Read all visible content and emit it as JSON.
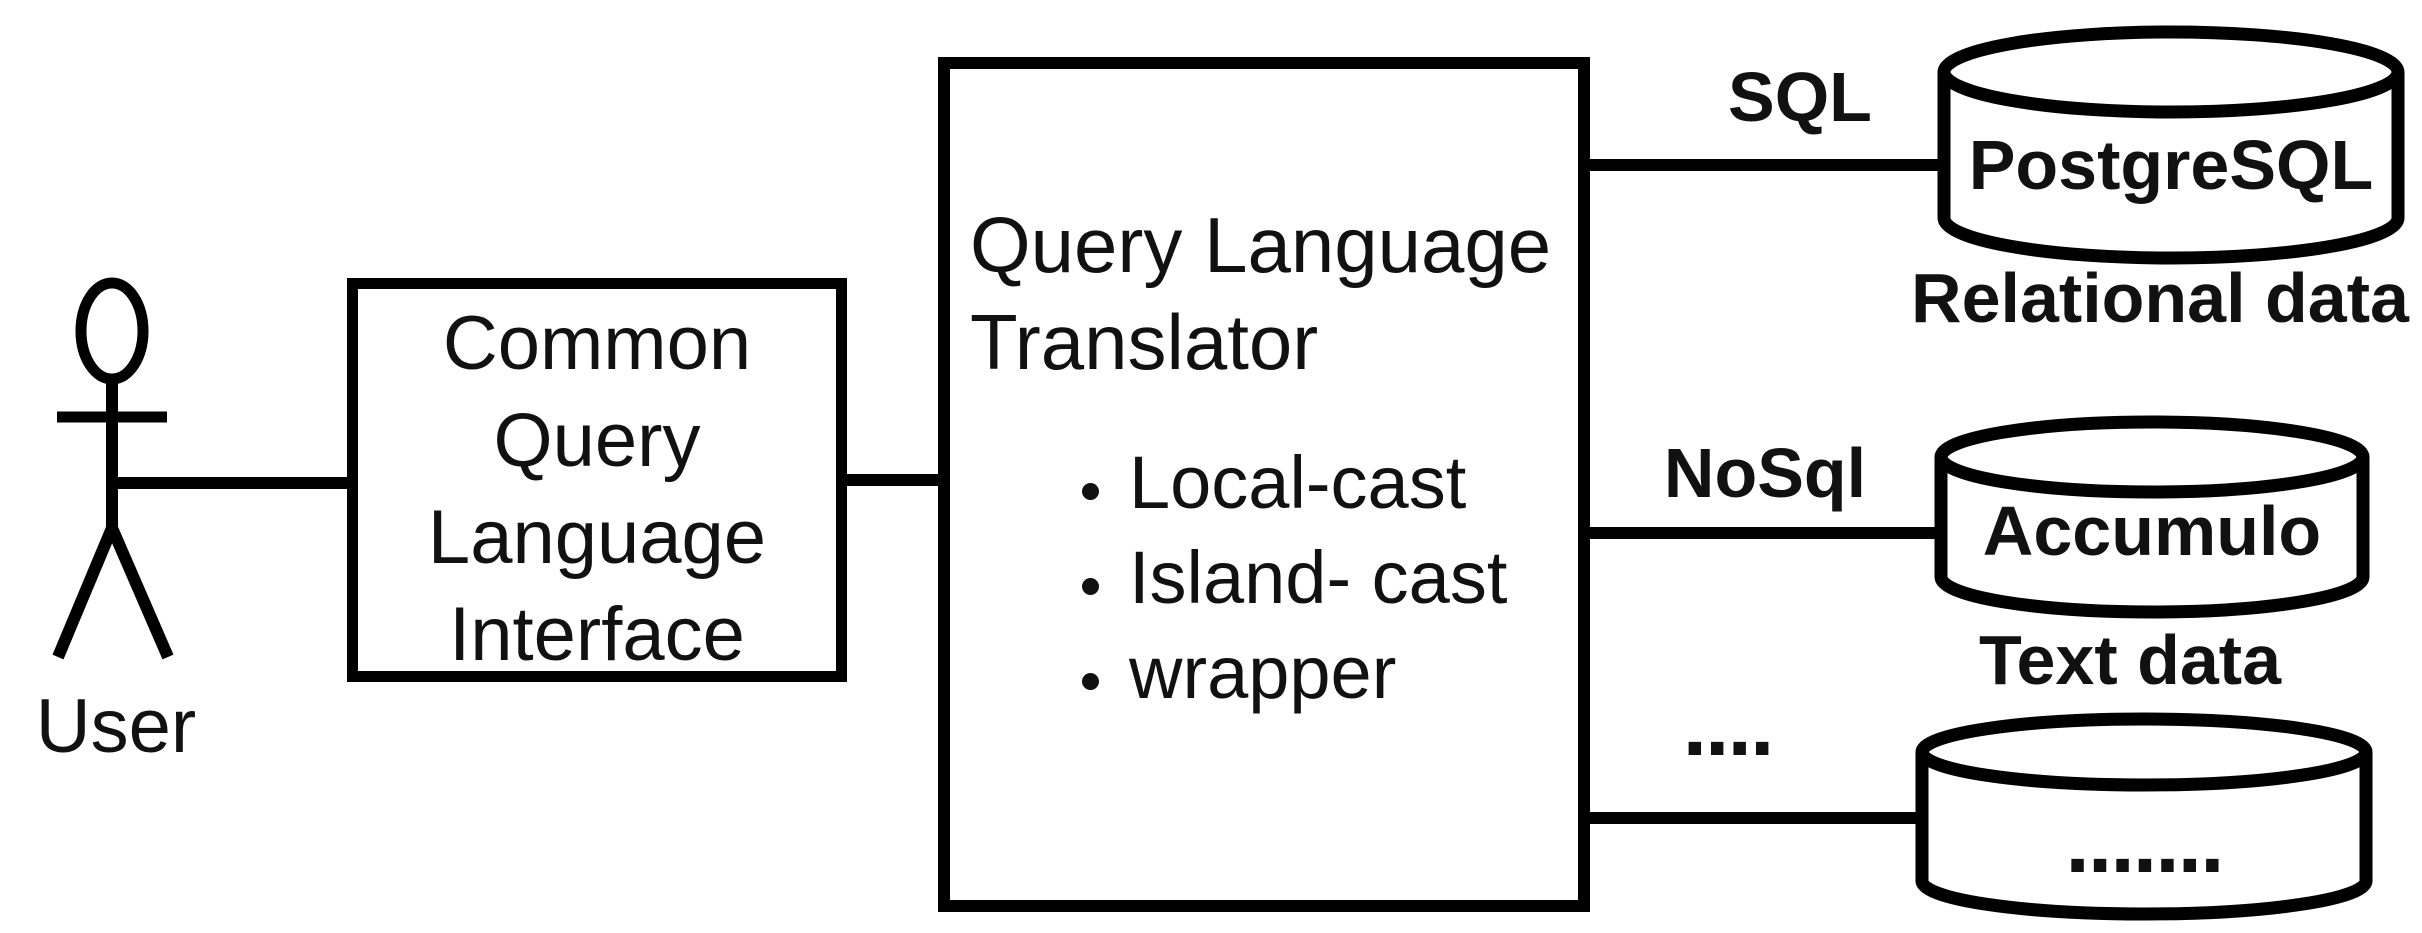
{
  "diagram": {
    "actor": {
      "label": "User"
    },
    "interface_box": {
      "text": "Common\nQuery\nLanguage\nInterface"
    },
    "translator_box": {
      "title": "Query Language\nTranslator",
      "bullets": [
        "Local-cast",
        "Island- cast",
        "wrapper"
      ]
    },
    "connections": [
      {
        "label": "SQL",
        "target": "PostgreSQL",
        "datatype": "Relational data"
      },
      {
        "label": "NoSql",
        "target": "Accumulo",
        "datatype": "Text data"
      },
      {
        "label": "....",
        "target": ".......",
        "datatype": ""
      }
    ],
    "colors": {
      "ink": "#000000",
      "background": "#ffffff"
    }
  }
}
